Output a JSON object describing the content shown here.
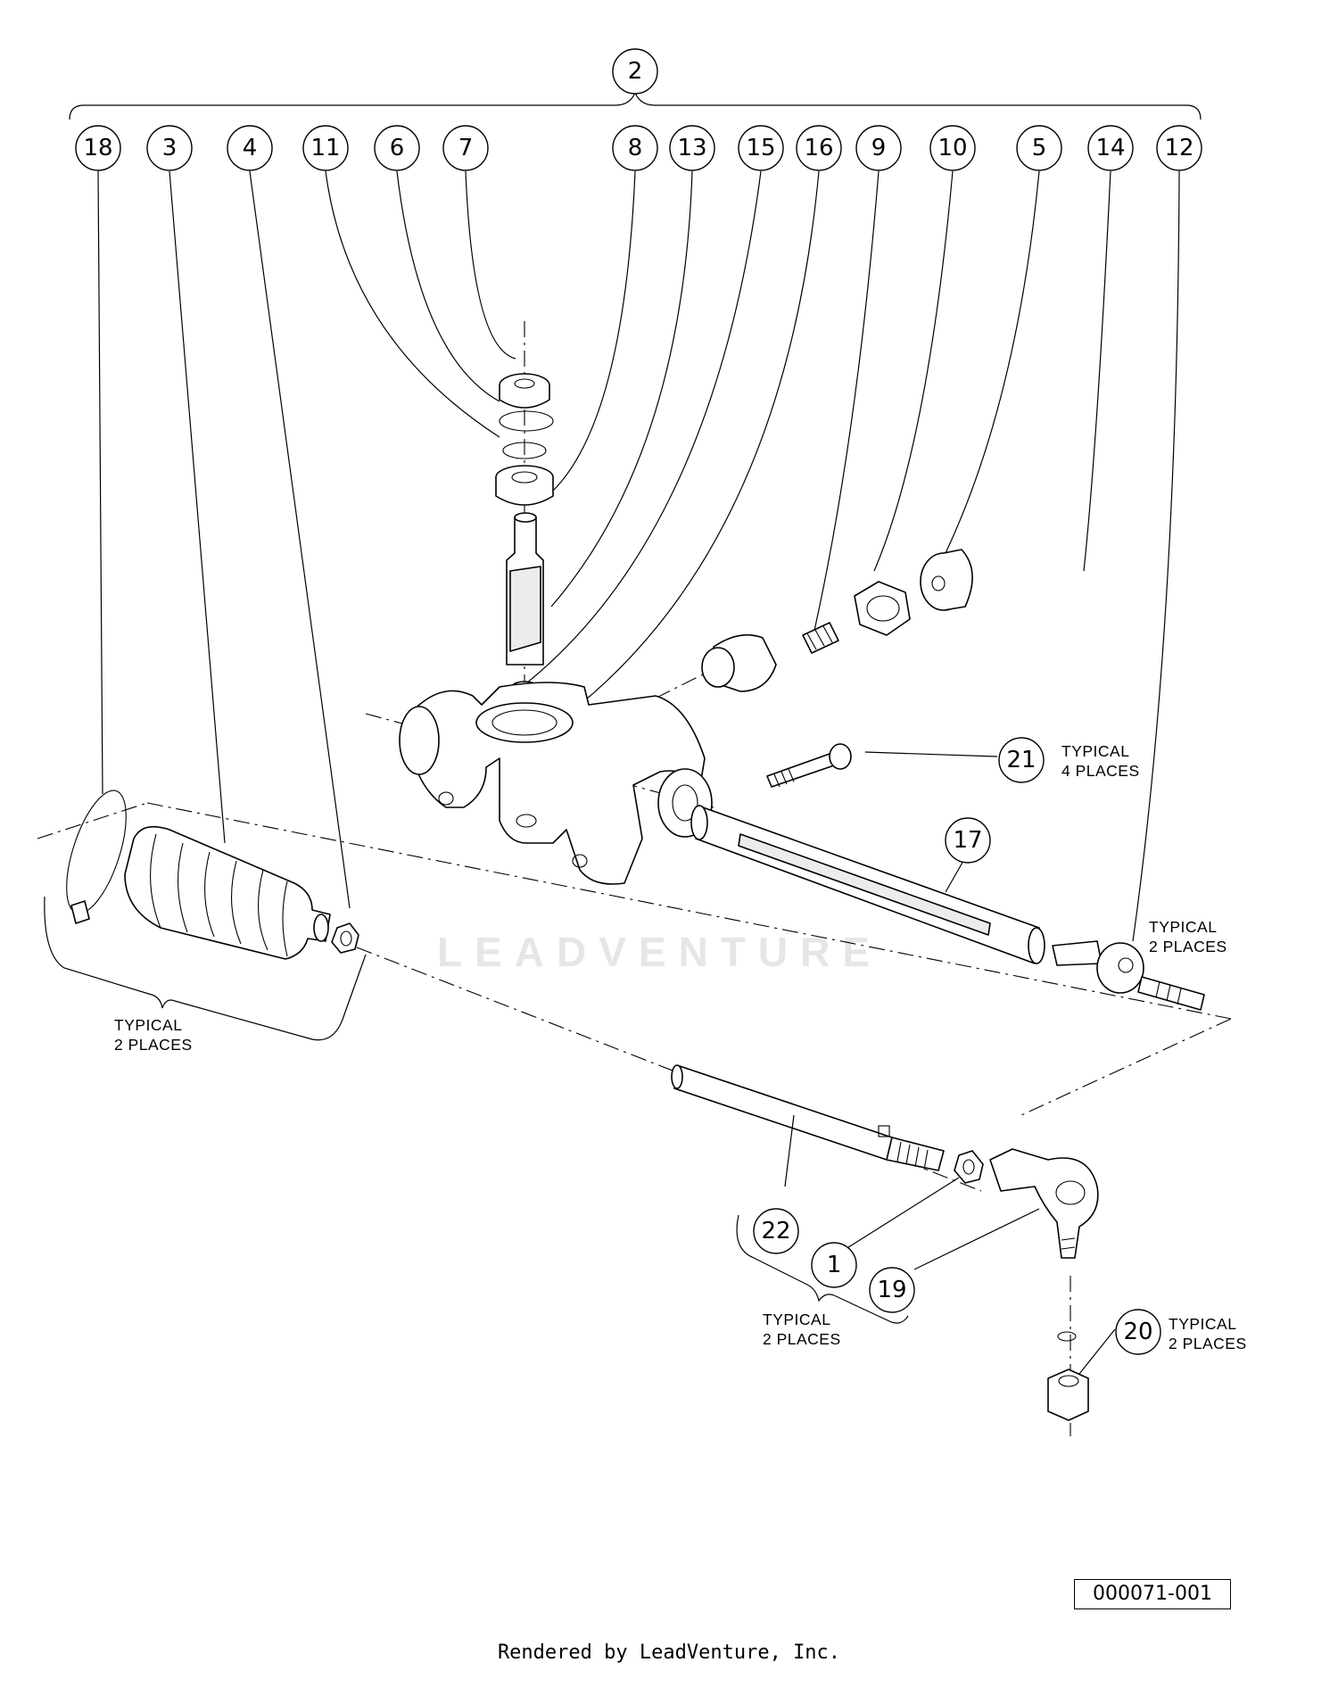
{
  "callouts": {
    "c1": "1",
    "c2": "2",
    "c3": "3",
    "c4": "4",
    "c5": "5",
    "c6": "6",
    "c7": "7",
    "c8": "8",
    "c9": "9",
    "c10": "10",
    "c11": "11",
    "c12": "12",
    "c13": "13",
    "c14": "14",
    "c15": "15",
    "c16": "16",
    "c17": "17",
    "c18": "18",
    "c19": "19",
    "c20": "20",
    "c21": "21",
    "c22": "22"
  },
  "notes": {
    "typical_4_line1": "TYPICAL",
    "typical_4_line2": "4 PLACES",
    "typical_2_line1": "TYPICAL",
    "typical_2_line2": "2 PLACES"
  },
  "figure_id": "000071-001",
  "watermark": "LEADVENTURE",
  "credit": "Rendered by LeadVenture, Inc.",
  "icons": [
    "steering-rack-housing",
    "pinion-shaft",
    "bellows-boot",
    "tie-rod-end",
    "clamp",
    "nut",
    "spring",
    "bearing"
  ]
}
